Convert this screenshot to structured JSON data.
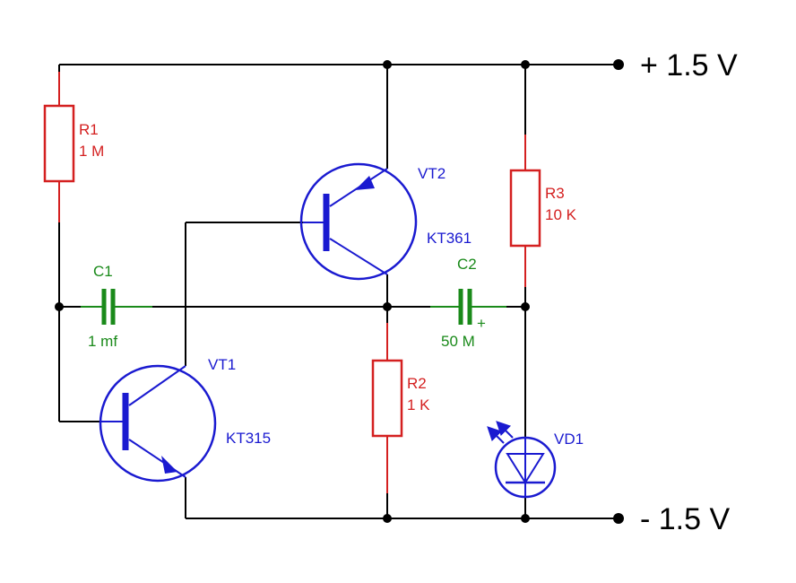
{
  "colors": {
    "wire": "#000000",
    "resistor": "#d42020",
    "capacitor": "#1a8a1a",
    "semiconductor": "#1a1ad0"
  },
  "rails": {
    "positive": "+ 1.5 V",
    "negative": "- 1.5 V"
  },
  "components": {
    "r1": {
      "ref": "R1",
      "value": "1 M"
    },
    "r2": {
      "ref": "R2",
      "value": "1 K"
    },
    "r3": {
      "ref": "R3",
      "value": "10 K"
    },
    "c1": {
      "ref": "C1",
      "value": "1 mf"
    },
    "c2": {
      "ref": "C2",
      "value": "50 M",
      "polarity": "+"
    },
    "vt1": {
      "ref": "VT1",
      "model": "KT315"
    },
    "vt2": {
      "ref": "VT2",
      "model": "KT361"
    },
    "vd1": {
      "ref": "VD1"
    }
  }
}
